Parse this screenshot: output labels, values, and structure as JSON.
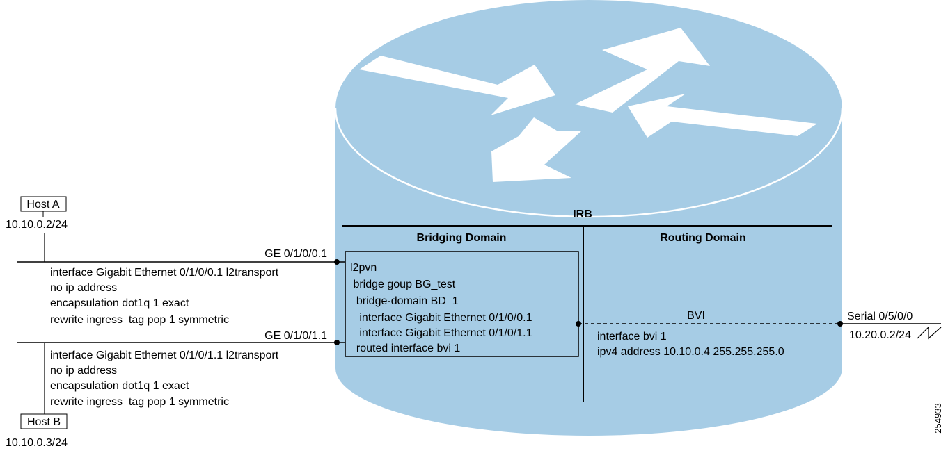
{
  "colors": {
    "router_fill": "#a6cce5",
    "arrow_fill": "#ffffff",
    "line": "#000000"
  },
  "router": {
    "icon": "router-icon",
    "irb_title": "IRB",
    "bridging_title": "Bridging Domain",
    "routing_title": "Routing Domain",
    "bridging_config": [
      "l2pvn",
      " bridge goup BG_test",
      "  bridge-domain BD_1",
      "   interface Gigabit Ethernet 0/1/0/0.1",
      "   interface Gigabit Ethernet 0/1/0/1.1",
      "  routed interface bvi 1"
    ],
    "bvi_label": "BVI",
    "routing_config": [
      "interface bvi 1",
      "ipv4 address 10.10.0.4 255.255.255.0"
    ]
  },
  "host_a": {
    "name": "Host A",
    "ip": "10.10.0.2/24"
  },
  "host_b": {
    "name": "Host B",
    "ip": "10.10.0.3/24"
  },
  "ge1": {
    "label": "GE 0/1/0/0.1",
    "config": [
      "interface Gigabit Ethernet 0/1/0/0.1 l2transport",
      "no ip address",
      "encapsulation dot1q 1 exact",
      "rewrite ingress  tag pop 1 symmetric"
    ]
  },
  "ge2": {
    "label": "GE 0/1/0/1.1",
    "config": [
      "interface Gigabit Ethernet 0/1/0/1.1 l2transport",
      "no ip address",
      "encapsulation dot1q 1 exact",
      "rewrite ingress  tag pop 1 symmetric"
    ]
  },
  "serial": {
    "label": "Serial 0/5/0/0",
    "ip": "10.20.0.2/24"
  },
  "figure_id": "254933"
}
